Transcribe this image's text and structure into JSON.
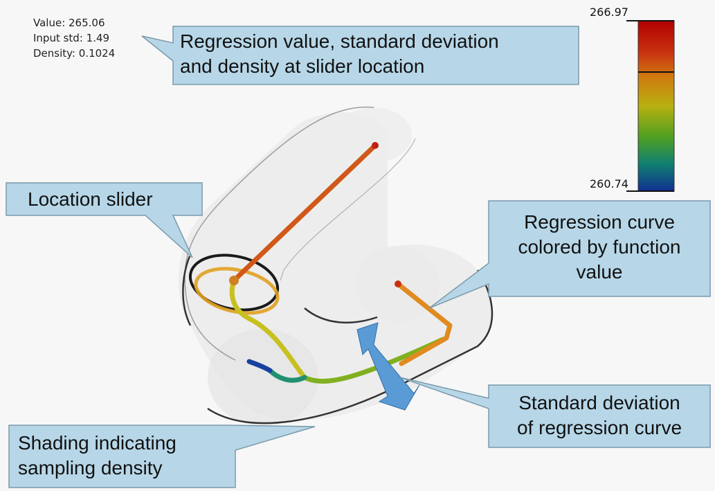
{
  "readout": {
    "value_line": "Value: 265.06",
    "std_line": "Input std: 1.49",
    "density_line": "Density: 0.1024"
  },
  "colorbar": {
    "max_label": "266.97",
    "min_label": "260.74",
    "max": 266.97,
    "min": 260.74,
    "colors": [
      "#b00000",
      "#d04010",
      "#d08010",
      "#b8b010",
      "#50a020",
      "#108070",
      "#103090"
    ]
  },
  "callouts": {
    "readout_caption": [
      "Regression value, standard deviation",
      "and density at slider location"
    ],
    "slider_caption": [
      "Location slider"
    ],
    "curve_caption": [
      "Regression curve",
      "colored by function",
      "value"
    ],
    "std_caption": [
      "Standard deviation",
      "of regression curve"
    ],
    "density_caption": [
      "Shading indicating",
      "sampling density"
    ]
  },
  "colors": {
    "callout_fill": "#b7d7e8",
    "callout_stroke": "#7a9aaa",
    "arrow": "#5b9bd5"
  }
}
